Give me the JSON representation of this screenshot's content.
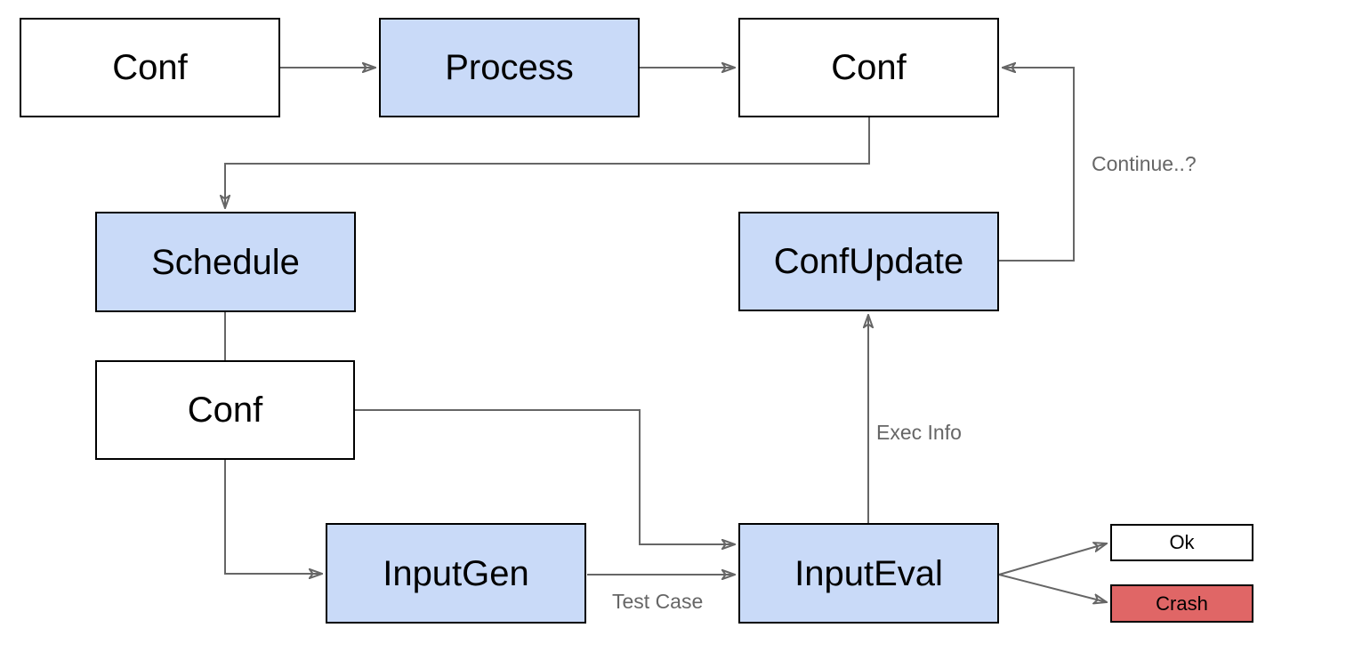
{
  "nodes": {
    "conf_initial": {
      "label": "Conf"
    },
    "process": {
      "label": "Process"
    },
    "conf_result": {
      "label": "Conf"
    },
    "schedule": {
      "label": "Schedule"
    },
    "conf_update": {
      "label": "ConfUpdate"
    },
    "conf_sched": {
      "label": "Conf"
    },
    "input_gen": {
      "label": "InputGen"
    },
    "input_eval": {
      "label": "InputEval"
    },
    "ok": {
      "label": "Ok"
    },
    "crash": {
      "label": "Crash"
    }
  },
  "edge_labels": {
    "continue": "Continue..?",
    "exec_info": "Exec Info",
    "test_case": "Test Case"
  },
  "edges": [
    {
      "from": "conf_initial",
      "to": "process",
      "label": ""
    },
    {
      "from": "process",
      "to": "conf_result",
      "label": ""
    },
    {
      "from": "conf_result",
      "to": "schedule",
      "label": ""
    },
    {
      "from": "conf_update",
      "to": "conf_result",
      "label": "Continue..?"
    },
    {
      "from": "schedule",
      "to": "conf_sched",
      "label": ""
    },
    {
      "from": "conf_sched",
      "to": "input_gen",
      "label": ""
    },
    {
      "from": "conf_sched",
      "to": "input_eval",
      "label": ""
    },
    {
      "from": "input_gen",
      "to": "input_eval",
      "label": "Test Case"
    },
    {
      "from": "input_eval",
      "to": "conf_update",
      "label": "Exec Info"
    },
    {
      "from": "input_eval",
      "to": "ok",
      "label": ""
    },
    {
      "from": "input_eval",
      "to": "crash",
      "label": ""
    }
  ],
  "colors": {
    "process_node_fill": "#c9daf8",
    "data_node_fill": "#ffffff",
    "crash_node_fill": "#e06666",
    "node_border": "#000000",
    "node_text": "#000000",
    "edge_stroke": "#666666",
    "edge_label_text": "#666666",
    "background": "#ffffff"
  }
}
